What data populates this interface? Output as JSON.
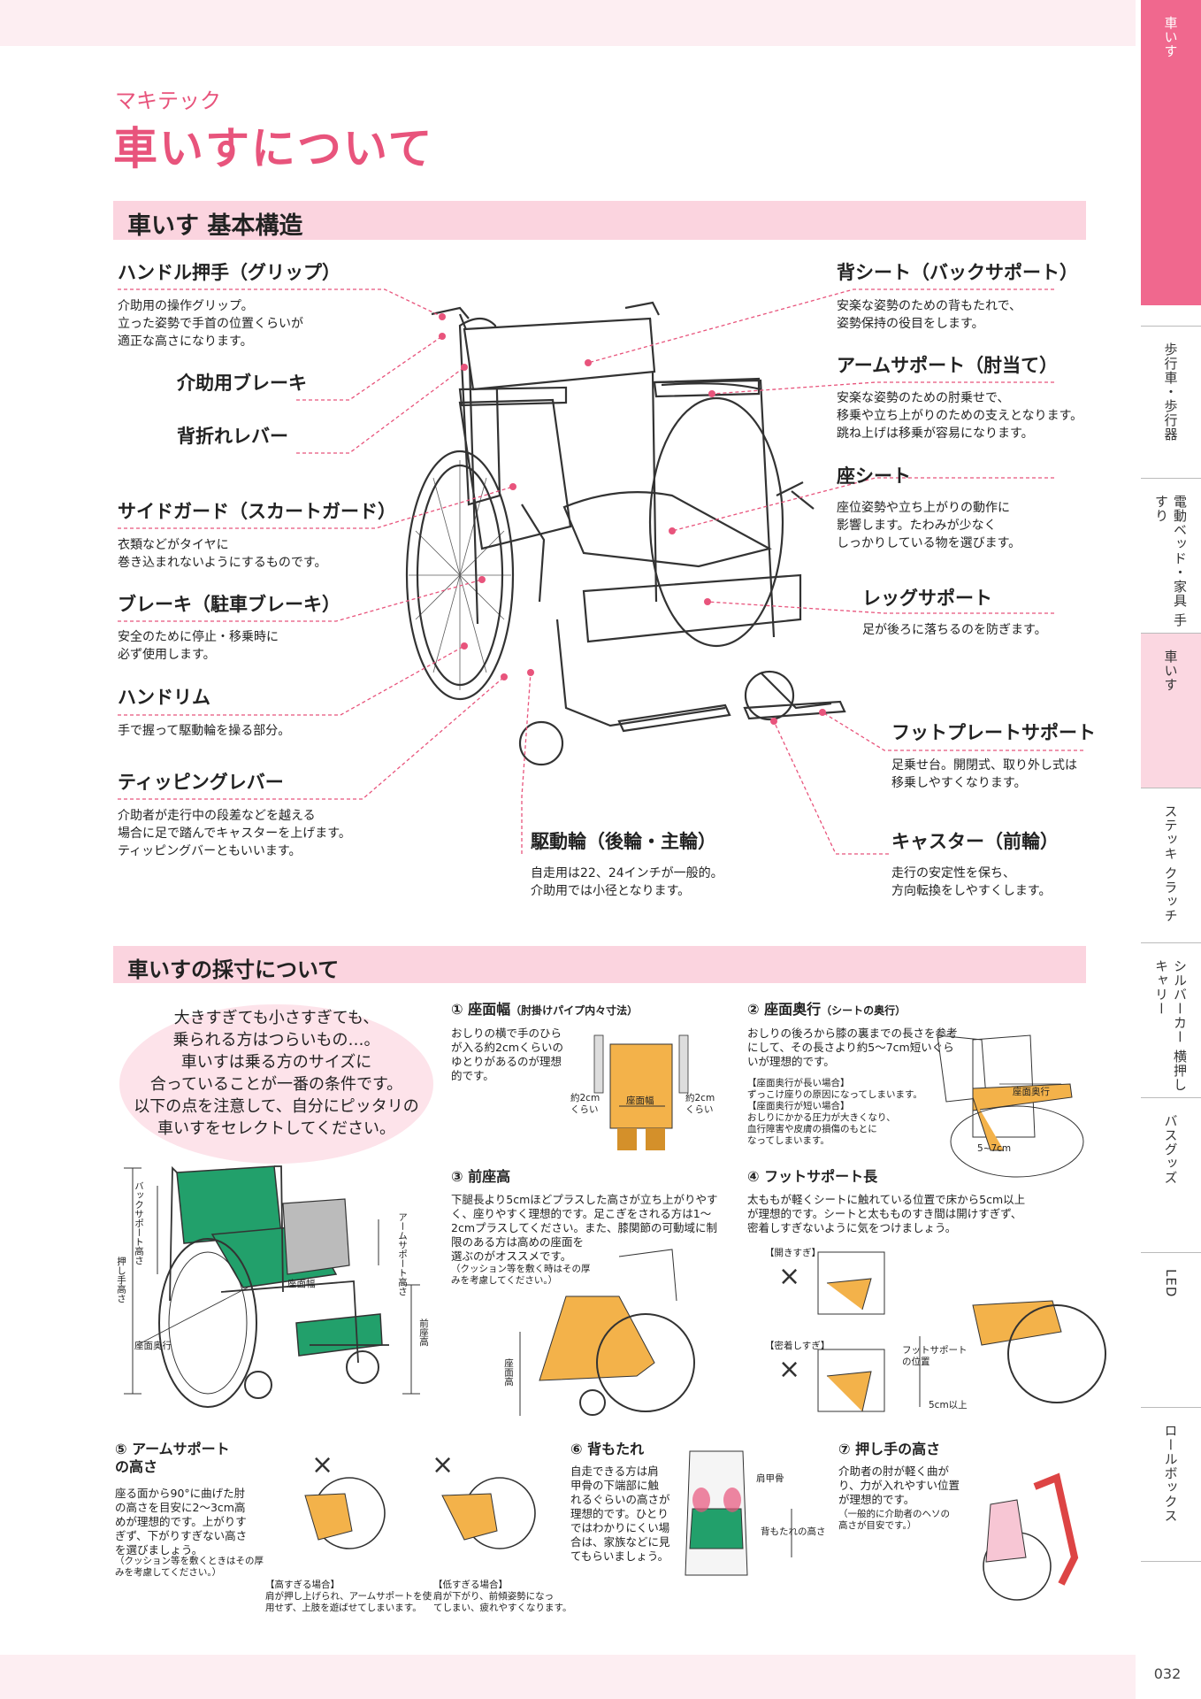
{
  "header": {
    "brand": "マキテック",
    "title": "車いすについて"
  },
  "side_tabs": [
    {
      "label": "車いす",
      "state": "active"
    },
    {
      "label": "歩行車・歩行器",
      "state": "normal"
    },
    {
      "label": "電動ベッド・家具 手すり",
      "state": "normal"
    },
    {
      "label": "車いす",
      "state": "soft"
    },
    {
      "label": "ステッキ クラッチ",
      "state": "normal"
    },
    {
      "label": "シルバーカー 横押しキャリー",
      "state": "normal"
    },
    {
      "label": "バスグッズ",
      "state": "normal"
    },
    {
      "label": "LED",
      "state": "normal"
    },
    {
      "label": "ロールボックス",
      "state": "normal"
    }
  ],
  "page_number": "032",
  "section1": {
    "title": "車いす 基本構造"
  },
  "parts": [
    {
      "label": "ハンドル押手（グリップ）",
      "desc": "介助用の操作グリップ。\n立った姿勢で手首の位置くらいが\n適正な高さになります。"
    },
    {
      "label": "介助用ブレーキ",
      "desc": ""
    },
    {
      "label": "背折れレバー",
      "desc": ""
    },
    {
      "label": "サイドガード（スカートガード）",
      "desc": "衣類などがタイヤに\n巻き込まれないようにするものです。"
    },
    {
      "label": "ブレーキ（駐車ブレーキ）",
      "desc": "安全のために停止・移乗時に\n必ず使用します。"
    },
    {
      "label": "ハンドリム",
      "desc": "手で握って駆動輪を操る部分。"
    },
    {
      "label": "ティッピングレバー",
      "desc": "介助者が走行中の段差などを越える\n場合に足で踏んでキャスターを上げます。\nティッピングバーともいいます。"
    },
    {
      "label": "駆動輪（後輪・主輪）",
      "desc": "自走用は22、24インチが一般的。\n介助用では小径となります。"
    },
    {
      "label": "背シート（バックサポート）",
      "desc": "安楽な姿勢のための背もたれで、\n姿勢保持の役目をします。"
    },
    {
      "label": "アームサポート（肘当て）",
      "desc": "安楽な姿勢のための肘乗せで、\n移乗や立ち上がりのための支えとなります。\n跳ね上げは移乗が容易になります。"
    },
    {
      "label": "座シート",
      "desc": "座位姿勢や立ち上がりの動作に\n影響します。たわみが少なく\nしっかりしている物を選びます。"
    },
    {
      "label": "レッグサポート",
      "desc": "足が後ろに落ちるのを防ぎます。"
    },
    {
      "label": "フットプレートサポート",
      "desc": "足乗せ台。開閉式、取り外し式は\n移乗しやすくなります。"
    },
    {
      "label": "キャスター（前輪）",
      "desc": "走行の安定性を保ち、\n方向転換をしやすくします。"
    }
  ],
  "section2": {
    "title": "車いすの採寸について"
  },
  "intro": "大きすぎても小さすぎても、\n乗られる方はつらいもの…。\n車いすは乗る方のサイズに\n合っていることが一番の条件です。\n以下の点を注意して、自分にピッタリの\n車いすをセレクトしてください。",
  "diagram_labels": {
    "back": "バックサポート高さ",
    "push": "押し手高さ",
    "arm": "アームサポート高さ",
    "seatw": "座面幅",
    "seatd": "座面奥行",
    "front": "前座高"
  },
  "m1": {
    "num": "①",
    "title": "座面幅",
    "sub": "（肘掛けパイプ内々寸法）",
    "desc": "おしりの横で手のひら\nが入る約2cmくらいの\nゆとりがあるのが理想\n的です。",
    "l": "約2cm\nくらい",
    "c": "座面幅",
    "r": "約2cm\nくらい"
  },
  "m2": {
    "num": "②",
    "title": "座面奥行",
    "sub": "（シートの奥行）",
    "desc": "おしりの後ろから膝の裏までの長さを参考\nにして、その長さより約5～7cm短いぐら\nいが理想的です。",
    "note": "【座面奥行が長い場合】\nずっこけ座りの原因になってしまいます。\n【座面奥行が短い場合】\nおしりにかかる圧力が大きくなり、\n血行障害や皮膚の損傷のもとに\nなってしまいます。",
    "fig": "座面奥行",
    "range": "5~7cm"
  },
  "m3": {
    "num": "③",
    "title": "前座高",
    "desc": "下腿長より5cmほどプラスした高さが立ち上がりやす\nく、座りやすく理想的です。足こぎをされる方は1～\n2cmプラスしてください。また、膝関節の可動域に制\n限のある方は高めの座面を\n選ぶのがオススメです。",
    "note": "（クッション等を敷く時はその厚\nみを考慮してください。）",
    "fig": "座面高"
  },
  "m4": {
    "num": "④",
    "title": "フットサポート長",
    "desc": "太ももが軽くシートに触れている位置で床から5cm以上\nが理想的です。シートと太もものすき間は開けすぎず、\n密着しすぎないように気をつけましょう。",
    "open": "【開きすぎ】",
    "tight": "【密着しすぎ】",
    "pos": "フットサポート\nの位置",
    "min": "5cm以上",
    "x": "×"
  },
  "m5": {
    "num": "⑤",
    "title": "アームサポート\nの高さ",
    "desc": "座る面から90°に曲げた肘\nの高さを目安に2～3cm高\nめが理想的です。上がりす\nぎず、下がりすぎない高さ\nを選びましょう。",
    "note": "（クッション等を敷くときはその厚\nみを考慮してください。）",
    "high": "【高すぎる場合】\n肩が押し上げられ、アームサポートを使\n用せず、上肢を遊ばせてしまいます。",
    "low": "【低すぎる場合】\n肩が下がり、前傾姿勢になっ\nてしまい、疲れやすくなります。",
    "x": "×"
  },
  "m6": {
    "num": "⑥",
    "title": "背もたれ",
    "desc": "自走できる方は肩\n甲骨の下端部に触\nれるぐらいの高さが\n理想的です。ひとり\nではわかりにくい場\n合は、家族などに見\nてもらいましょう。",
    "scap": "肩甲骨",
    "backh": "背もたれの高さ"
  },
  "m7": {
    "num": "⑦",
    "title": "押し手の高さ",
    "desc": "介助者の肘が軽く曲が\nり、力が入れやすい位置\nが理想的です。",
    "note": "（一般的に介助者のヘソの\n高さが目安です。）"
  },
  "colors": {
    "accent": "#e8547c",
    "band": "#fdeef2",
    "bar": "#fbd4df",
    "seat_green": "#22a06b",
    "leg_orange": "#f0a640"
  }
}
